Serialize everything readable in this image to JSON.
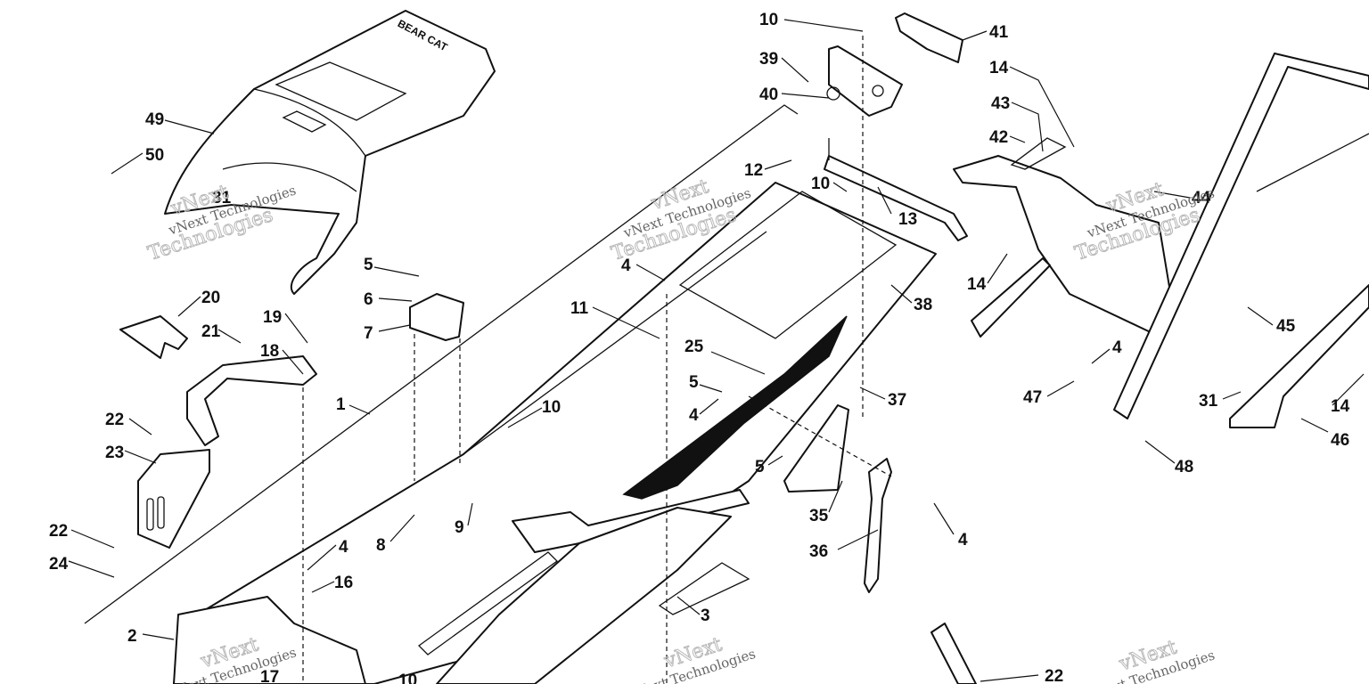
{
  "watermark": {
    "brand": "vNext",
    "line": "Technologies",
    "full": "vNext Technologies"
  },
  "callouts": [
    {
      "id": "c1",
      "label": "1"
    },
    {
      "id": "c2",
      "label": "2"
    },
    {
      "id": "c3",
      "label": "3"
    },
    {
      "id": "c4a",
      "label": "4"
    },
    {
      "id": "c4b",
      "label": "4"
    },
    {
      "id": "c4c",
      "label": "4"
    },
    {
      "id": "c4d",
      "label": "4"
    },
    {
      "id": "c4e",
      "label": "4"
    },
    {
      "id": "c5a",
      "label": "5"
    },
    {
      "id": "c5b",
      "label": "5"
    },
    {
      "id": "c5c",
      "label": "5"
    },
    {
      "id": "c6",
      "label": "6"
    },
    {
      "id": "c7",
      "label": "7"
    },
    {
      "id": "c8",
      "label": "8"
    },
    {
      "id": "c9",
      "label": "9"
    },
    {
      "id": "c10a",
      "label": "10"
    },
    {
      "id": "c10b",
      "label": "10"
    },
    {
      "id": "c10c",
      "label": "10"
    },
    {
      "id": "c10d",
      "label": "10"
    },
    {
      "id": "c11",
      "label": "11"
    },
    {
      "id": "c12",
      "label": "12"
    },
    {
      "id": "c13",
      "label": "13"
    },
    {
      "id": "c14a",
      "label": "14"
    },
    {
      "id": "c14b",
      "label": "14"
    },
    {
      "id": "c14c",
      "label": "14"
    },
    {
      "id": "c16",
      "label": "16"
    },
    {
      "id": "c17",
      "label": "17"
    },
    {
      "id": "c18",
      "label": "18"
    },
    {
      "id": "c19",
      "label": "19"
    },
    {
      "id": "c20",
      "label": "20"
    },
    {
      "id": "c21",
      "label": "21"
    },
    {
      "id": "c22a",
      "label": "22"
    },
    {
      "id": "c22b",
      "label": "22"
    },
    {
      "id": "c22c",
      "label": "22"
    },
    {
      "id": "c23",
      "label": "23"
    },
    {
      "id": "c24",
      "label": "24"
    },
    {
      "id": "c25",
      "label": "25"
    },
    {
      "id": "c31a",
      "label": "31"
    },
    {
      "id": "c31b",
      "label": "31"
    },
    {
      "id": "c35",
      "label": "35"
    },
    {
      "id": "c36",
      "label": "36"
    },
    {
      "id": "c37",
      "label": "37"
    },
    {
      "id": "c38",
      "label": "38"
    },
    {
      "id": "c39",
      "label": "39"
    },
    {
      "id": "c40",
      "label": "40"
    },
    {
      "id": "c41",
      "label": "41"
    },
    {
      "id": "c42",
      "label": "42"
    },
    {
      "id": "c43",
      "label": "43"
    },
    {
      "id": "c44",
      "label": "44"
    },
    {
      "id": "c45",
      "label": "45"
    },
    {
      "id": "c46",
      "label": "46"
    },
    {
      "id": "c47",
      "label": "47"
    },
    {
      "id": "c48",
      "label": "48"
    },
    {
      "id": "c49",
      "label": "49"
    },
    {
      "id": "c50",
      "label": "50"
    }
  ]
}
